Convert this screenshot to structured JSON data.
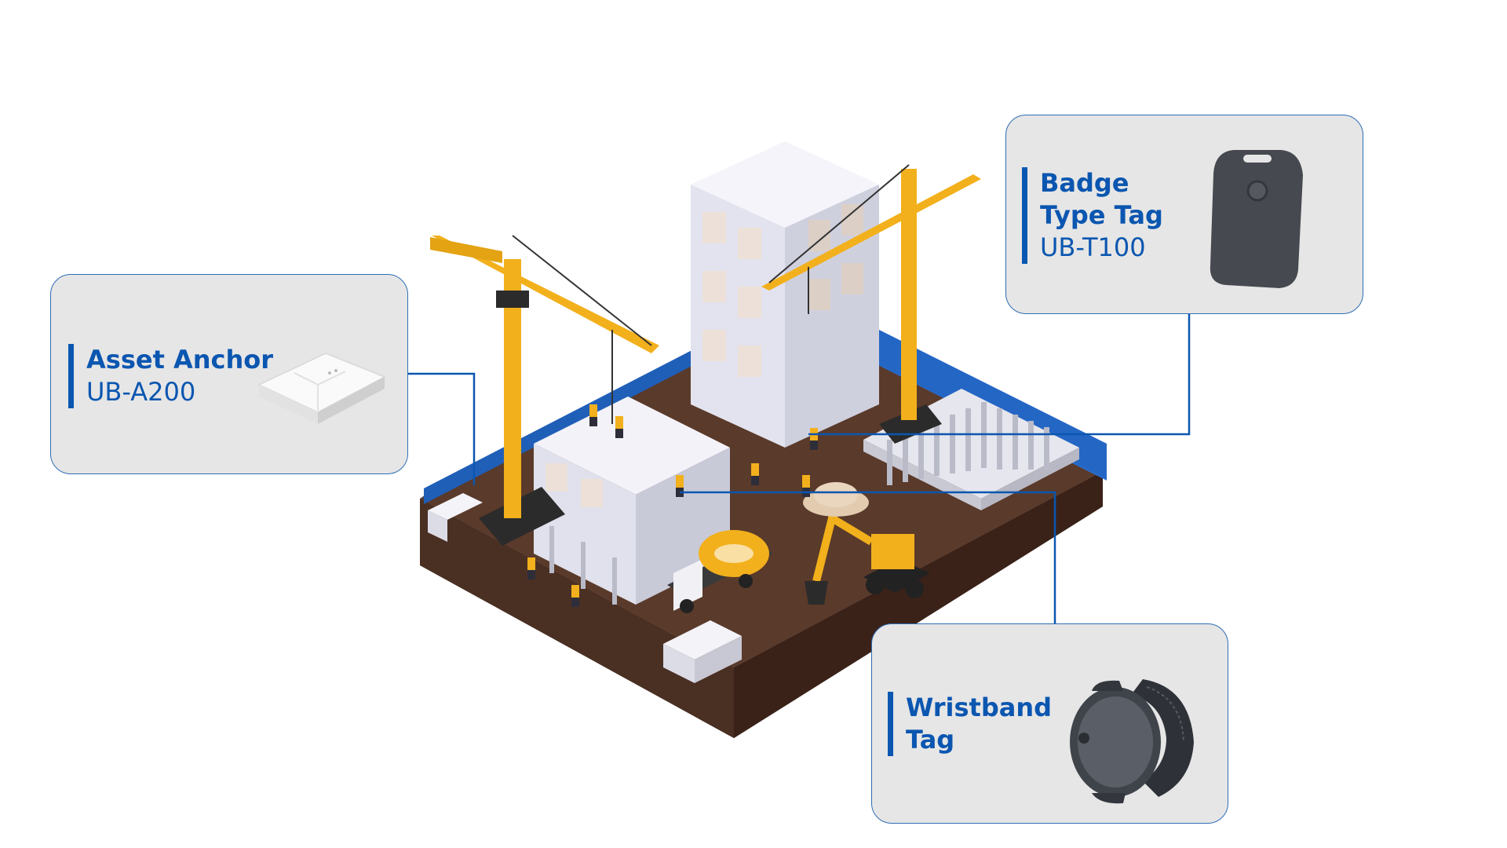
{
  "cards": [
    {
      "id": "anchor",
      "name": "Asset Anchor",
      "model": "UB-A200",
      "device_icon": "ceiling-anchor-icon"
    },
    {
      "id": "badge",
      "name_line1": "Badge",
      "name_line2": "Type Tag",
      "model": "UB-T100",
      "device_icon": "badge-tag-icon"
    },
    {
      "id": "wrist",
      "name_line1": "Wristband",
      "name_line2": "Tag",
      "device_icon": "wristband-tag-icon"
    }
  ],
  "colors": {
    "accent": "#0b56b0",
    "card_bg": "#e6e6e6",
    "card_border": "#2f6db5",
    "crane": "#f2b01c",
    "ground": "#5a3a2a",
    "fence": "#1f5fb8",
    "building": "#e8e9f2"
  }
}
